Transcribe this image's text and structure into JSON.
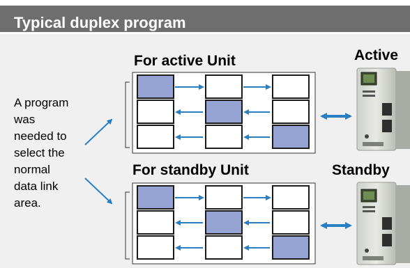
{
  "header": {
    "title": "Typical duplex program"
  },
  "note": {
    "lines": [
      "A program",
      "was",
      "needed to",
      "select the",
      "normal",
      "data link",
      "area."
    ]
  },
  "panels": [
    {
      "title": "For active Unit",
      "unit_label": "Active"
    },
    {
      "title": "For standby Unit",
      "unit_label": "Standby"
    }
  ],
  "colors": {
    "header": "#6e6e6e",
    "highlight": "#94a3d1",
    "arrow": "#2a7fc3",
    "box_border": "#1a1a1a"
  },
  "icons": {
    "plc_unit": "plc-unit-icon"
  }
}
